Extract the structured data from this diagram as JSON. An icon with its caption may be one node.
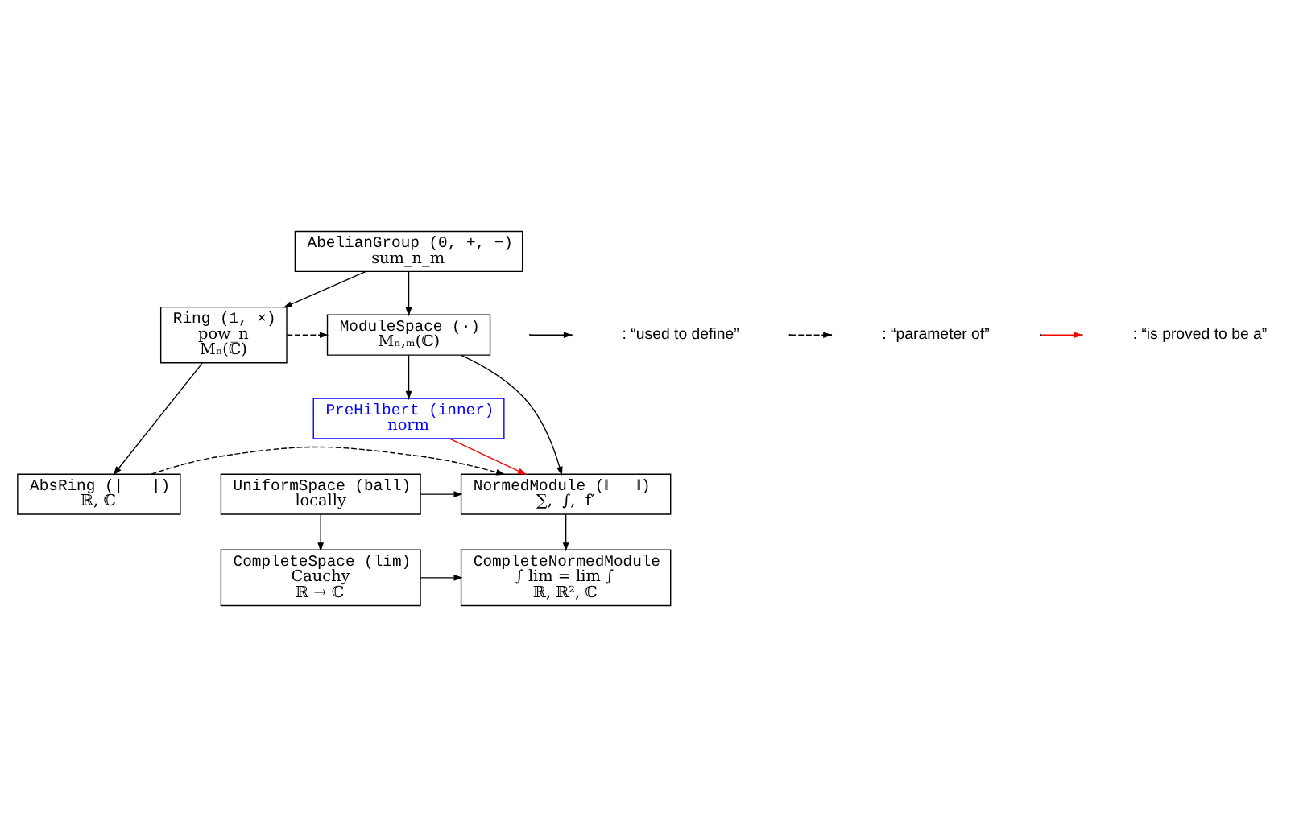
{
  "diagram": {
    "nodes": [
      {
        "text": [
          "AbelianGroup (0, +, −)",
          "sum_n_m"
        ]
      },
      {
        "text": [
          "Ring (1, ×)",
          "pow_n",
          "Mₙ(ℂ)"
        ]
      },
      {
        "text": [
          "ModuleSpace (·)",
          "Mₙ,ₘ(ℂ)"
        ]
      },
      {
        "text": [
          "PreHilbert (inner)",
          "norm"
        ]
      },
      {
        "text": [
          "AbsRing (|   |)",
          "ℝ, ℂ"
        ]
      },
      {
        "text": [
          "NormedModule (‖   ‖)",
          "∑,  ∫,  f′"
        ]
      },
      {
        "text": [
          "UniformSpace (ball)",
          "locally"
        ]
      },
      {
        "text": [
          "CompleteNormedModule",
          "∫ lim = lim ∫",
          "ℝ, ℝ², ℂ"
        ]
      },
      {
        "text": [
          "CompleteSpace (lim)",
          "Cauchy",
          "ℝ → ℂ"
        ]
      }
    ],
    "edges": [
      {
        "from": 0,
        "to": 1,
        "arrow": "to"
      },
      {
        "from": 0,
        "to": 2,
        "arrow": "to"
      },
      {
        "from": 1,
        "to": 2,
        "arrow": "to",
        "style": "dashed"
      },
      {
        "from": 2,
        "to": 3,
        "arrow": "to"
      },
      {
        "from": 2,
        "to": 5,
        "arrow": "to"
      },
      {
        "from": 1,
        "to": 4,
        "arrow": "to"
      },
      {
        "from": 3,
        "to": 5,
        "arrow": "to",
        "color": "#ff0000"
      },
      {
        "from": 4,
        "to": 5,
        "arrow": "to",
        "style": "dashed"
      },
      {
        "from": 6,
        "to": 5,
        "arrow": "to"
      },
      {
        "from": 5,
        "to": 7,
        "arrow": "to"
      },
      {
        "from": 6,
        "to": 8,
        "arrow": "to"
      },
      {
        "from": 8,
        "to": 7,
        "arrow": "to"
      }
    ],
    "legend": [
      {
        "text": ": “used to define”"
      },
      {
        "text": ": “parameter of”"
      },
      {
        "text": ": “is proved to be a”"
      }
    ]
  }
}
